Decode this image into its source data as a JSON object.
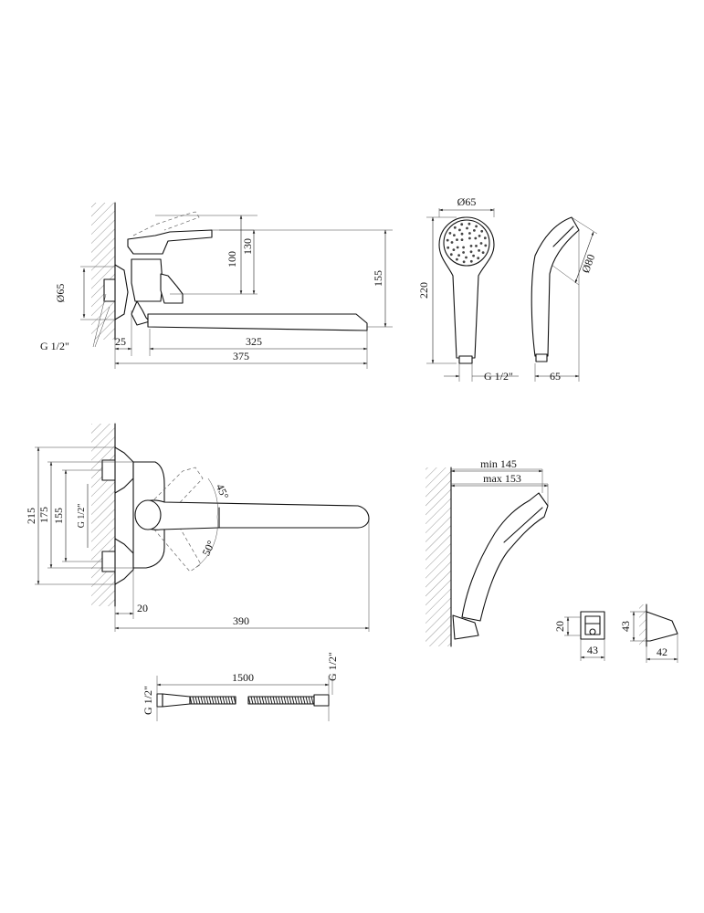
{
  "side_view": {
    "dim_d65": "Ø65",
    "dim_100": "100",
    "dim_130": "130",
    "dim_155": "155",
    "dim_25": "25",
    "dim_325": "325",
    "dim_375": "375",
    "thread": "G 1/2\""
  },
  "shower_head": {
    "dim_d65": "Ø65",
    "dim_220": "220",
    "thread": "G 1/2\"",
    "dim_d80": "Ø80",
    "dim_65": "65"
  },
  "front_view": {
    "dim_215": "215",
    "dim_175": "175",
    "dim_155": "155",
    "thread": "G 1/2\"",
    "angle_45": "45°",
    "angle_50": "50°",
    "dim_20": "20",
    "dim_390": "390"
  },
  "holder_view": {
    "min_label": "min 145",
    "max_label": "max 153",
    "dim_20": "20",
    "dim_43a": "43",
    "dim_43b": "43",
    "dim_42": "42"
  },
  "hose": {
    "dim_1500": "1500",
    "thread_left": "G 1/2\"",
    "thread_right": "G 1/2\""
  }
}
